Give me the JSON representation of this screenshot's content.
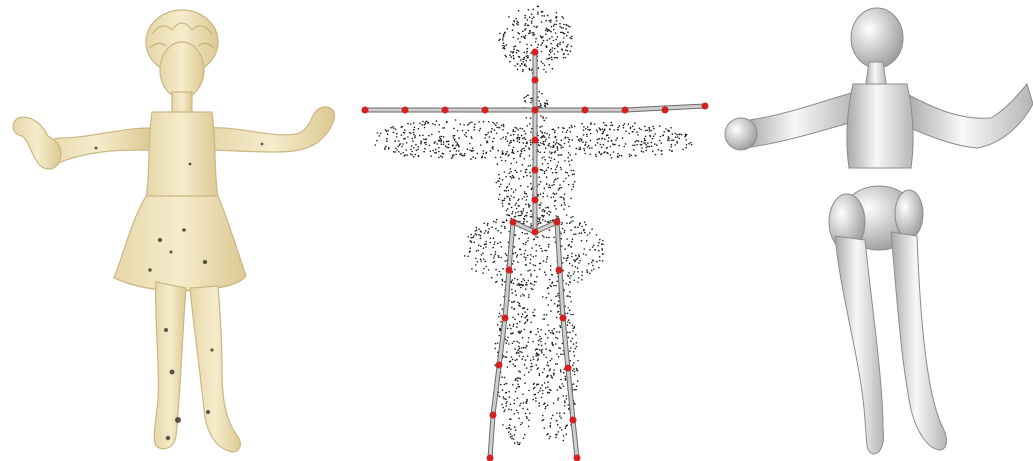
{
  "panels": [
    {
      "id": "statue",
      "label": ""
    },
    {
      "id": "skeleton",
      "label": ""
    },
    {
      "id": "mesh",
      "label": ""
    }
  ],
  "colors": {
    "statue_fill": "#f1e6c4",
    "statue_shade": "#d8c79a",
    "statue_stain": "#2a2418",
    "points": "#1a1a1a",
    "bone": "#cfcfcf",
    "joint": "#d32020",
    "mesh_light": "#f4f4f4",
    "mesh_dark": "#9a9a9a"
  }
}
